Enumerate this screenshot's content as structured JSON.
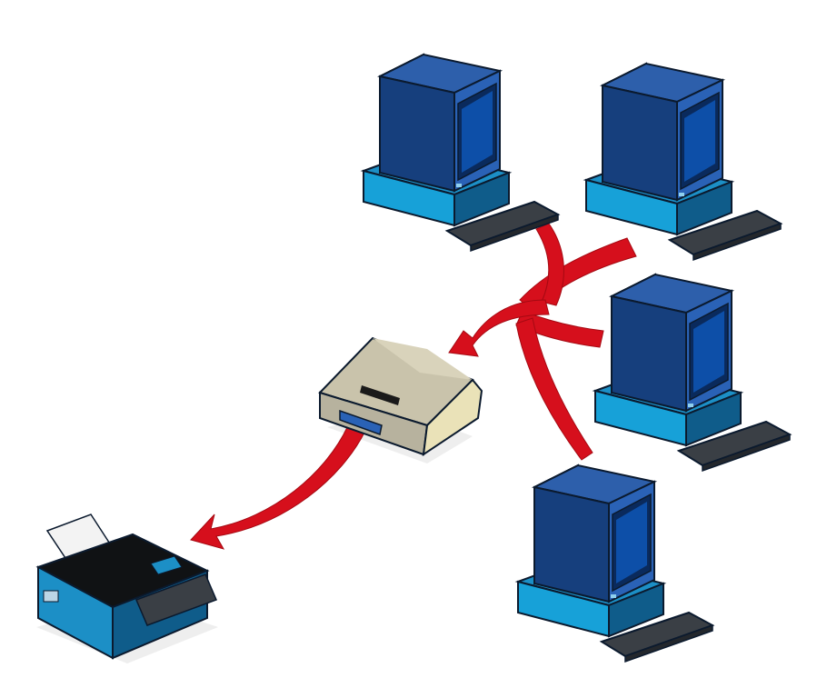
{
  "diagram": {
    "colors": {
      "background": "#ffffff",
      "monitor_side": "#1f4f9a",
      "monitor_front": "#2a62b6",
      "screen": "#0d4fa8",
      "screen_frame": "#0a2a5c",
      "base_light": "#1c8fc6",
      "base_dark": "#0f5c8a",
      "keyboard": "#3a3f45",
      "outline": "#0b1a2e",
      "arrow_red": "#d60f1c",
      "shadow": "#e4e4e4",
      "box_beige": "#eae2b8",
      "box_gray": "#b7b29e",
      "printer_body": "#1c8fc6",
      "printer_top": "#101214",
      "paper": "#f3f3f3"
    },
    "icons": [
      "computer-icon",
      "print-server-icon",
      "printer-icon",
      "arrow-icon"
    ],
    "print_server_label": "",
    "computers": [
      "computer-1",
      "computer-2",
      "computer-3",
      "computer-4"
    ]
  }
}
